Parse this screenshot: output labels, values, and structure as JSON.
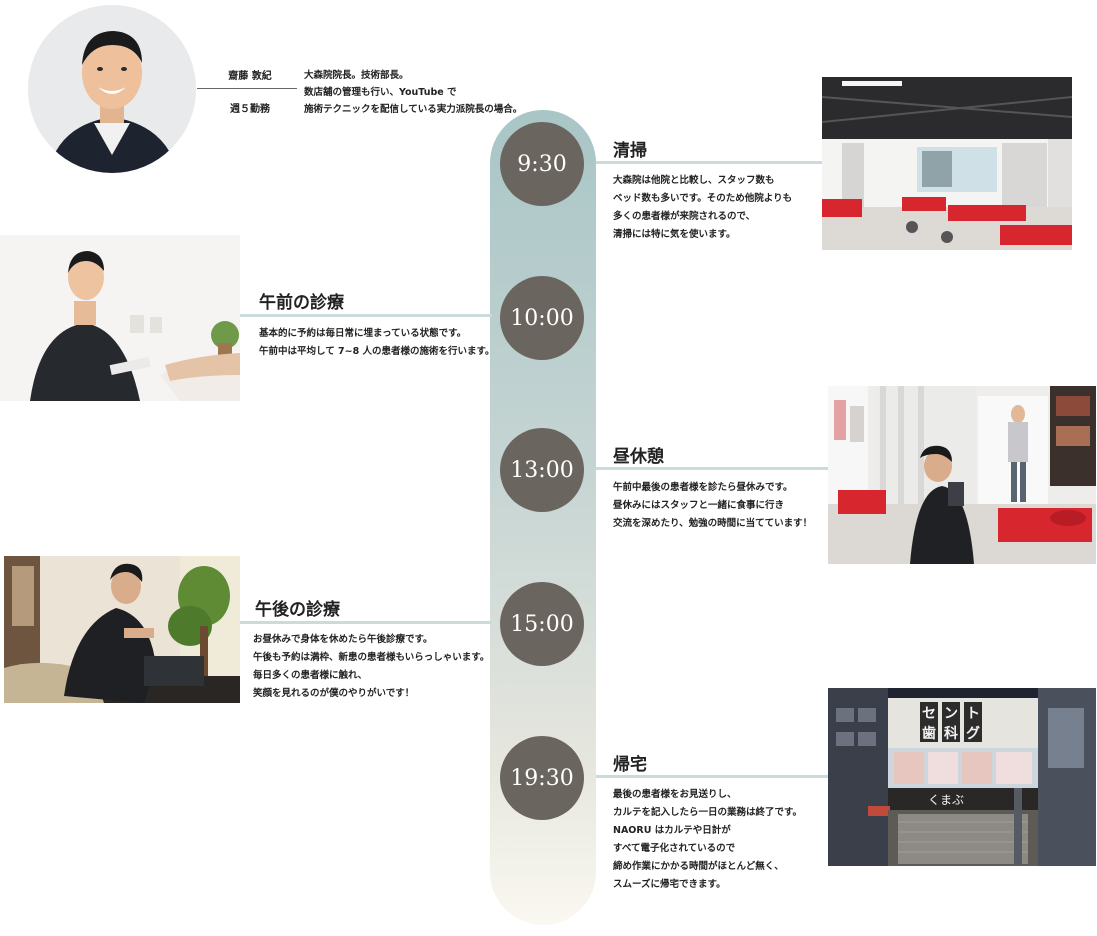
{
  "profile": {
    "name": "齋藤 敦紀",
    "schedule": "週５勤務",
    "description": [
      "大森院院長。技術部長。",
      "数店舗の管理も行い、YouTube で",
      "施術テクニックを配信している実力派院長の場合。"
    ]
  },
  "timeline": [
    {
      "time": "9:30",
      "title": "清掃",
      "lines": [
        "大森院は他院と比較し、スタッフ数も",
        "ベッド数も多いです。そのため他院よりも",
        "多くの患者様が来院されるので、",
        "清掃には特に気を使います。"
      ]
    },
    {
      "time": "10:00",
      "title": "午前の診療",
      "lines": [
        "基本的に予約は毎日常に埋まっている状態です。",
        "午前中は平均して 7~8 人の患者様の施術を行います。"
      ]
    },
    {
      "time": "13:00",
      "title": "昼休憩",
      "lines": [
        "午前中最後の患者様を診たら昼休みです。",
        "昼休みにはスタッフと一緒に食事に行き",
        "交流を深めたり、勉強の時間に当てています！"
      ]
    },
    {
      "time": "15:00",
      "title": "午後の診療",
      "lines": [
        "お昼休みで身体を休めたら午後診療です。",
        "午後も予約は満枠、新患の患者様もいらっしゃいます。",
        "毎日多くの患者様に触れ、",
        "笑顔を見れるのが僕のやりがいです！"
      ]
    },
    {
      "time": "19:30",
      "title": "帰宅",
      "lines": [
        "最後の患者様をお見送りし、",
        "カルテを記入したら一日の業務は終了です。",
        "NAORU はカルテや日計が",
        "すべて電子化されているので",
        "締め作業にかかる時間がほとんど無く、",
        "スムーズに帰宅できます。"
      ]
    }
  ],
  "signage": {
    "building_sign": [
      "セ",
      "ン",
      "ト",
      "歯",
      "科",
      "グ"
    ],
    "shop_sign": "くまぶ"
  },
  "colors": {
    "circle": "#6b6560",
    "rule": "#c9dcdb",
    "bar_top": "#a9c5c6",
    "bar_bottom": "#faf8f1",
    "bed_red": "#d8262f"
  }
}
